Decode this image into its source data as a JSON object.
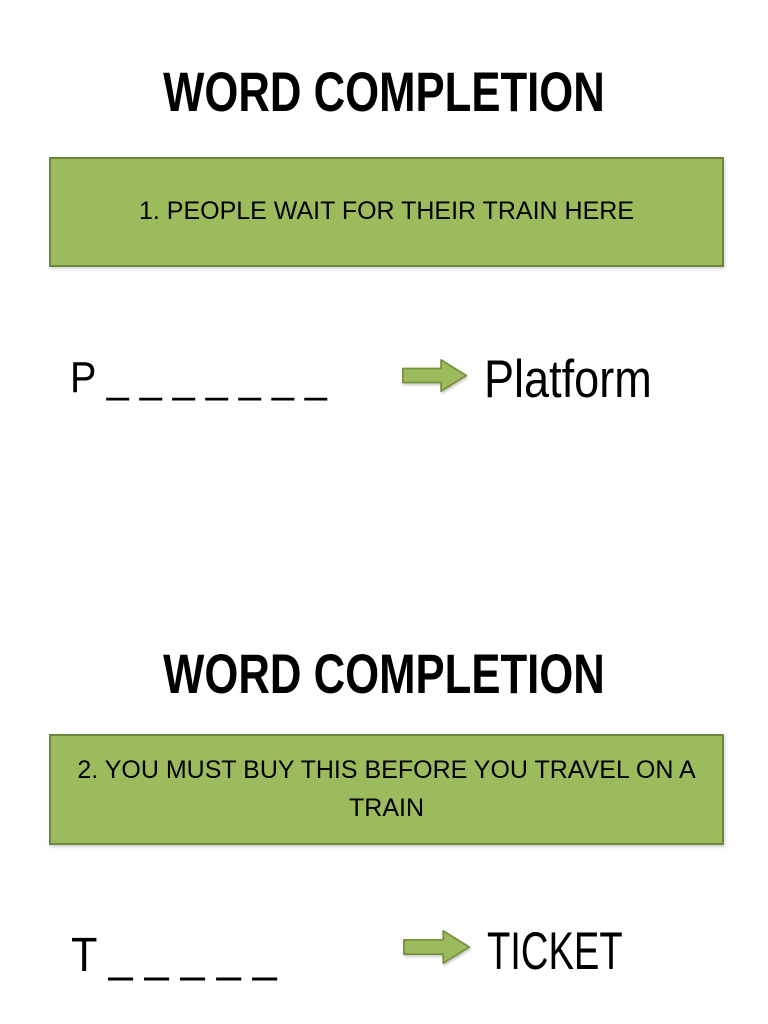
{
  "page": {
    "background": "#ffffff"
  },
  "colors": {
    "page_bg": "#ffffff",
    "text_color": "#000000",
    "box_fill": "#9cbb5c",
    "box_border": "#6f873d",
    "arrow_fill": "#9cbb5c",
    "arrow_border": "#76923c"
  },
  "icons": {
    "puzzle_arrow": "arrow-right-icon"
  },
  "sections": [
    {
      "title": "WORD COMPLETION",
      "clue": "1. PEOPLE WAIT FOR THEIR TRAIN HERE",
      "puzzle": "P _ _ _ _ _ _ _",
      "answer": "Platform"
    },
    {
      "title": "WORD COMPLETION",
      "clue": "2. YOU MUST BUY THIS BEFORE YOU TRAVEL ON A\nTRAIN",
      "puzzle": "T _ _ _ _ _",
      "answer": "TICKET"
    }
  ]
}
